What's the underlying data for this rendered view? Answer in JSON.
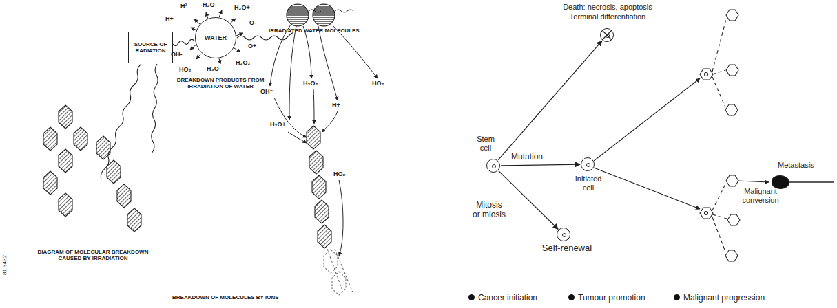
{
  "diagram": {
    "nodes": [
      {
        "text": [
          "SOURCE OF RADIATION"
        ]
      },
      {
        "text": [
          "WATER"
        ]
      },
      {
        "text": [
          "Death: necrosis, apoptosis",
          "Terminal differentiation"
        ]
      },
      {
        "text": [
          "Stem cell"
        ]
      },
      {
        "text": [
          "Initiated cell"
        ]
      },
      {
        "text": [
          "Self-renewal"
        ]
      },
      {
        "text": [
          "Metastasis"
        ]
      }
    ],
    "edges": [
      {
        "from": 0,
        "to": 1,
        "arrow": "none"
      },
      {
        "from": 3,
        "to": 2,
        "arrow": "to"
      },
      {
        "from": 3,
        "to": 4,
        "label": "Mutation",
        "arrow": "to"
      },
      {
        "from": 3,
        "to": 5,
        "label": "Mitosis or miosis",
        "arrow": "to"
      }
    ],
    "labels": [
      "H+",
      "H²",
      "H₂O-",
      "H₂O+",
      "O-",
      "O+",
      "H₂O₂",
      "H₃O-",
      "HO₂",
      "OH-",
      "IRRADIATED WATER MOLECULES",
      "BREAKDOWN PRODUCTS FROM IRRADIATION OF WATER",
      "OH⁻",
      "H₂O₂",
      "H+",
      "H₂O+",
      "HO₂",
      "HO₂",
      "DIAGRAM OF MOLECULAR BREAKDOWN CAUSED BY IRRADIATION",
      "BREAKDOWN OF MOLECULES BY IONS",
      "81 3432",
      "Malignant conversion"
    ],
    "legend": [
      {
        "text": "Cancer initiation",
        "color": "#111111"
      },
      {
        "text": "Tumour promotion",
        "color": "#111111"
      },
      {
        "text": "Malignant progression",
        "color": "#111111"
      }
    ]
  }
}
